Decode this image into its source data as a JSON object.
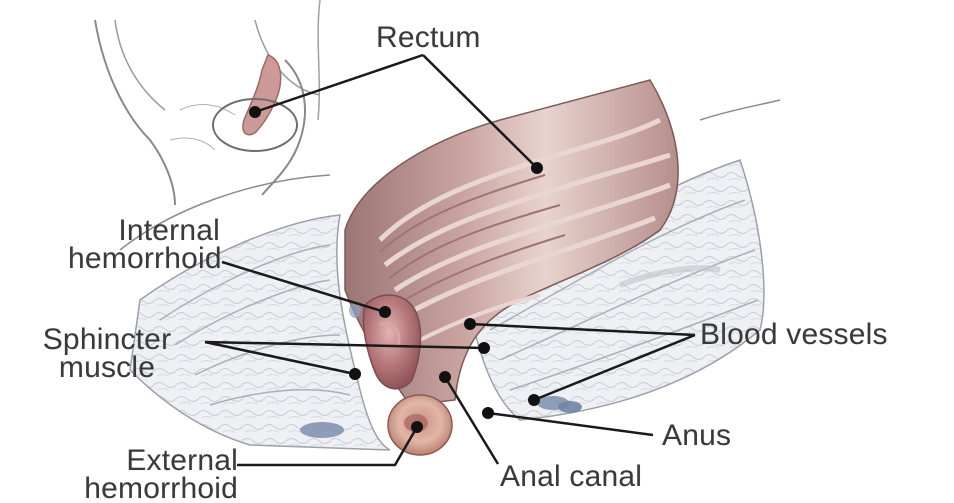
{
  "diagram": {
    "labels": {
      "rectum": "Rectum",
      "internal_hemorrhoid": [
        "Internal",
        "hemorrhoid"
      ],
      "sphincter_muscle": [
        "Sphincter",
        "muscle"
      ],
      "external_hemorrhoid": [
        "External",
        "hemorrhoid"
      ],
      "blood_vessels": "Blood vessels",
      "anus": "Anus",
      "anal_canal": "Anal canal"
    },
    "colors": {
      "label_text": "#3a3a3a",
      "leader_line": "#1a1a1a",
      "rectum_tissue": "#b9908f",
      "rectum_fold_light": "#e2c7c2",
      "hemorrhoid": "#b7787a",
      "muscle_layers": "#d9dde2",
      "blood_vessel": "#7a8fb0",
      "outline": "#7d7d7d"
    }
  }
}
